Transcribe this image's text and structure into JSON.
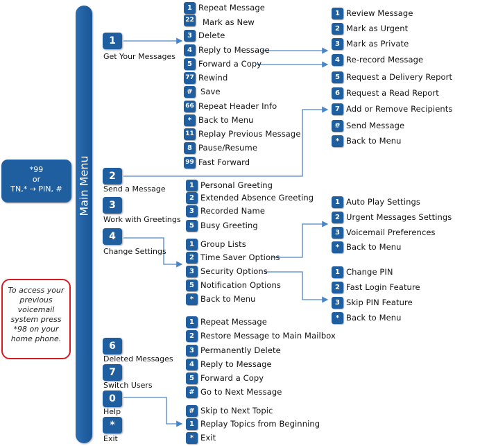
{
  "main_menu": "Main Menu",
  "access": {
    "line1": "*99",
    "line2": "or",
    "line3": "TN,* → PIN, #"
  },
  "note": "To access your previous voicemail system press *98 on your home phone.",
  "menu": [
    {
      "key": "1",
      "label": "Get Your Messages"
    },
    {
      "key": "2",
      "label": "Send a Message"
    },
    {
      "key": "3",
      "label": "Work with Greetings"
    },
    {
      "key": "4",
      "label": "Change Settings"
    },
    {
      "key": "6",
      "label": "Deleted Messages"
    },
    {
      "key": "7",
      "label": "Switch Users"
    },
    {
      "key": "0",
      "label": "Help"
    },
    {
      "key": "*",
      "label": "Exit"
    }
  ],
  "get_messages": [
    {
      "key": "1",
      "label": "Repeat Message"
    },
    {
      "key": "22",
      "label": "Mark as New"
    },
    {
      "key": "3",
      "label": "Delete"
    },
    {
      "key": "4",
      "label": "Reply to Message"
    },
    {
      "key": "5",
      "label": "Forward a Copy"
    },
    {
      "key": "77",
      "label": "Rewind"
    },
    {
      "key": "#",
      "label": "Save"
    },
    {
      "key": "66",
      "label": "Repeat Header Info"
    },
    {
      "key": "*",
      "label": "Back to Menu"
    },
    {
      "key": "11",
      "label": "Replay Previous Message"
    },
    {
      "key": "8",
      "label": "Pause/Resume"
    },
    {
      "key": "99",
      "label": "Fast Forward"
    }
  ],
  "send_options": [
    {
      "key": "1",
      "label": "Review Message"
    },
    {
      "key": "2",
      "label": "Mark as Urgent"
    },
    {
      "key": "3",
      "label": "Mark as Private"
    },
    {
      "key": "4",
      "label": "Re-record Message"
    },
    {
      "key": "5",
      "label": "Request a Delivery Report"
    },
    {
      "key": "6",
      "label": "Request a Read Report"
    },
    {
      "key": "7",
      "label": "Add or Remove Recipients"
    },
    {
      "key": "#",
      "label": "Send Message"
    },
    {
      "key": "*",
      "label": "Back to Menu"
    }
  ],
  "greetings": [
    {
      "key": "1",
      "label": "Personal Greeting"
    },
    {
      "key": "2",
      "label": "Extended Absence Greeting"
    },
    {
      "key": "3",
      "label": "Recorded Name"
    },
    {
      "key": "5",
      "label": "Busy Greeting"
    }
  ],
  "settings": [
    {
      "key": "1",
      "label": "Group Lists"
    },
    {
      "key": "2",
      "label": "Time Saver Options"
    },
    {
      "key": "3",
      "label": "Security Options"
    },
    {
      "key": "5",
      "label": "Notification Options"
    },
    {
      "key": "*",
      "label": "Back to Menu"
    }
  ],
  "time_saver": [
    {
      "key": "1",
      "label": "Auto Play Settings"
    },
    {
      "key": "2",
      "label": "Urgent Messages Settings"
    },
    {
      "key": "3",
      "label": "Voicemail Preferences"
    },
    {
      "key": "*",
      "label": "Back to Menu"
    }
  ],
  "security": [
    {
      "key": "1",
      "label": "Change PIN"
    },
    {
      "key": "2",
      "label": "Fast Login Feature"
    },
    {
      "key": "3",
      "label": "Skip PIN Feature"
    },
    {
      "key": "*",
      "label": "Back to Menu"
    }
  ],
  "deleted": [
    {
      "key": "1",
      "label": "Repeat Message"
    },
    {
      "key": "2",
      "label": "Restore Message to Main Mailbox"
    },
    {
      "key": "3",
      "label": "Permanently Delete"
    },
    {
      "key": "4",
      "label": "Reply to Message"
    },
    {
      "key": "5",
      "label": "Forward a Copy"
    },
    {
      "key": "#",
      "label": "Go to Next Message"
    }
  ],
  "help": [
    {
      "key": "#",
      "label": "Skip to Next Topic"
    },
    {
      "key": "1",
      "label": "Replay Topics from Beginning"
    },
    {
      "key": "*",
      "label": "Exit"
    }
  ],
  "colors": {
    "key_blue": "#1f5fa0",
    "line_blue": "#4a86c5",
    "note_border": "#d71920"
  }
}
